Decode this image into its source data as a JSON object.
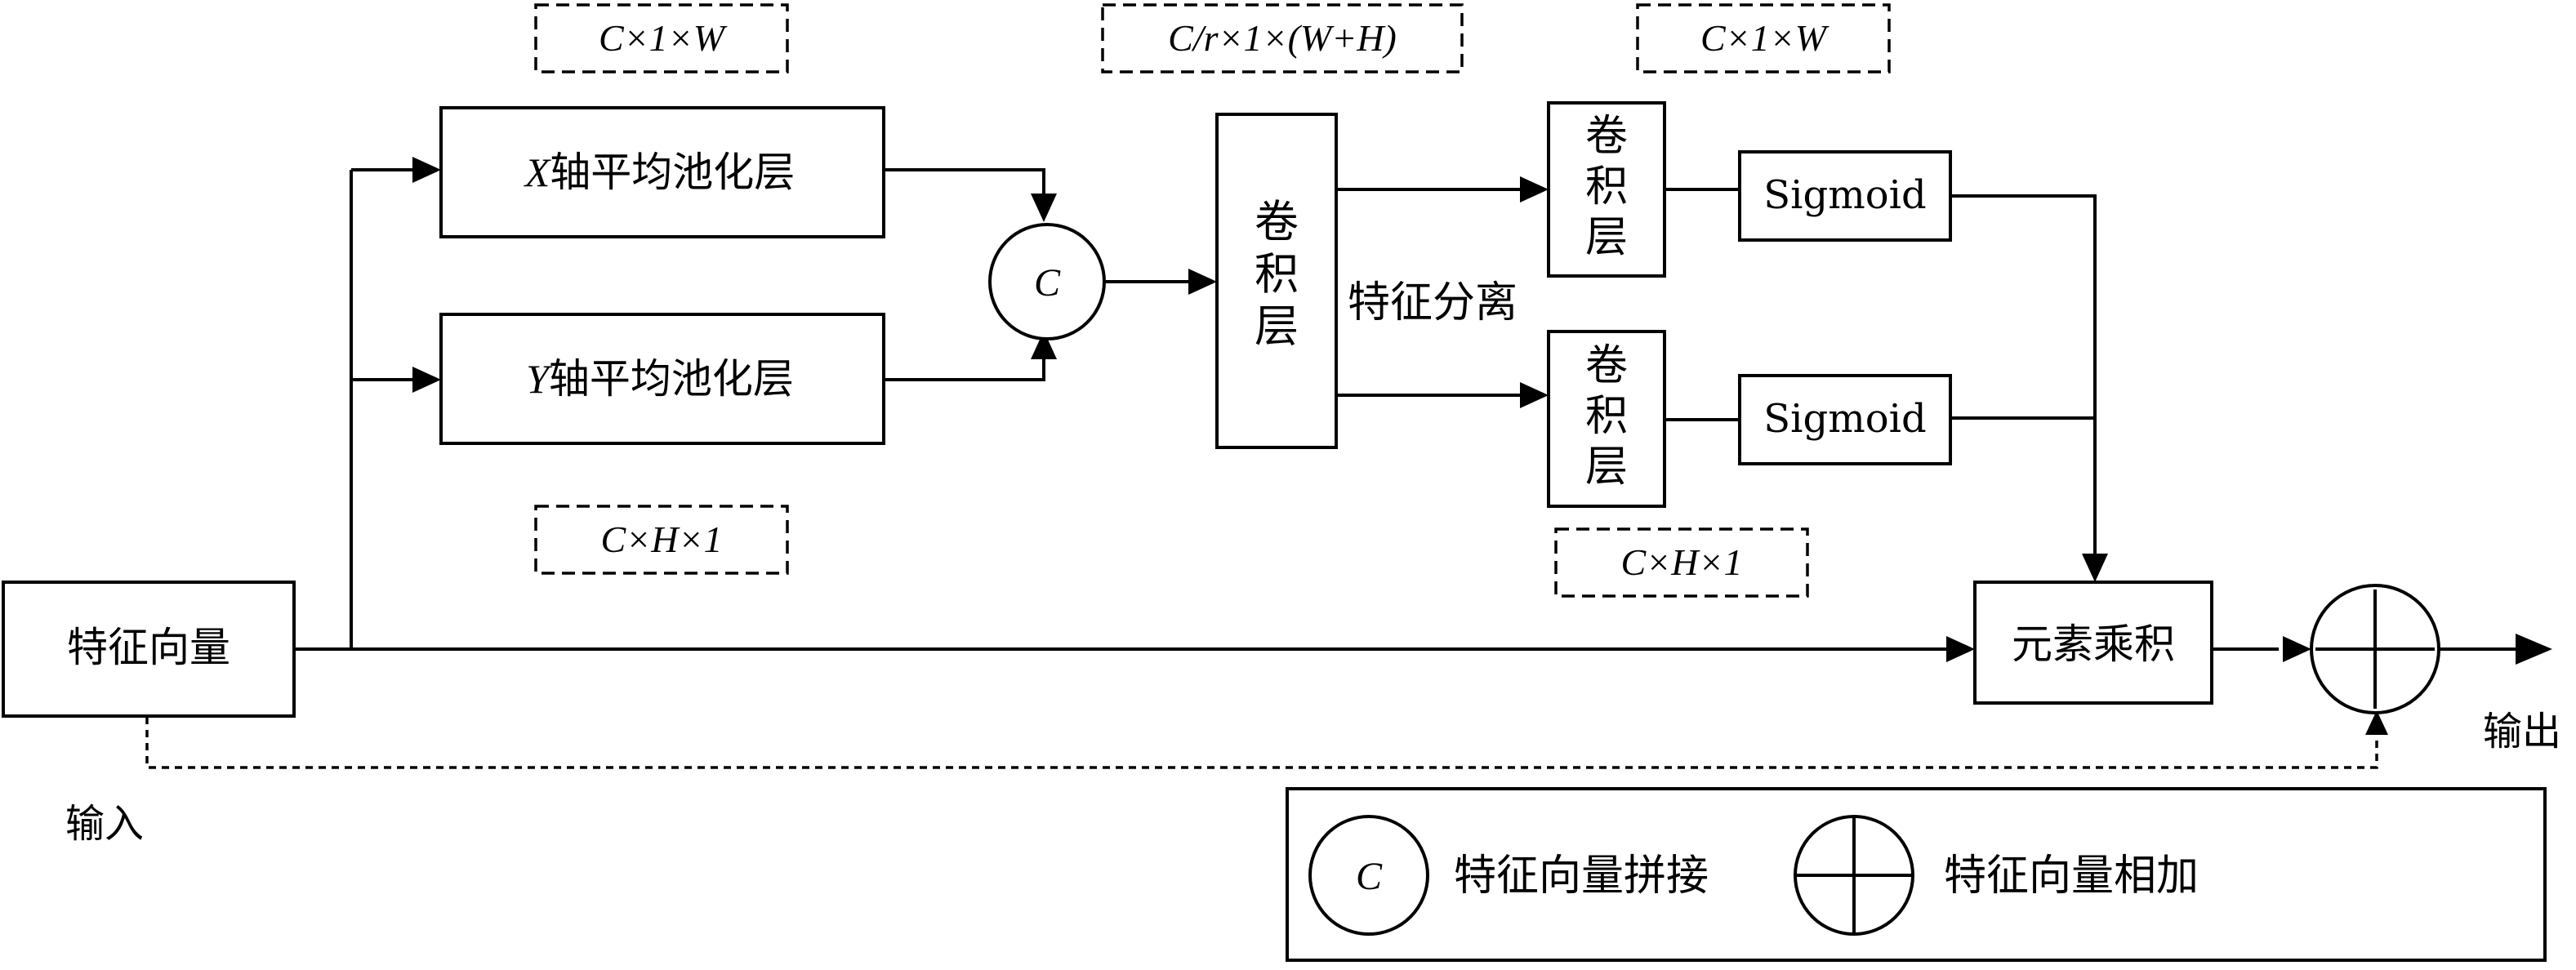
{
  "nodes": {
    "input_vector": "特征向量",
    "input_label": "输入",
    "x_pool": {
      "var": "X",
      "text": "轴平均池化层"
    },
    "y_pool": {
      "var": "Y",
      "text": "轴平均池化层"
    },
    "concat_symbol": "C",
    "conv_main": [
      "卷",
      "积",
      "层"
    ],
    "split_label": "特征分离",
    "conv_top": [
      "卷",
      "积",
      "层"
    ],
    "conv_bottom": [
      "卷",
      "积",
      "层"
    ],
    "sigmoid_top": "Sigmoid",
    "sigmoid_bottom": "Sigmoid",
    "elementwise_product": "元素乘积",
    "output_label": "输出"
  },
  "dims": {
    "x_pool_dim": "C×1×W",
    "y_pool_dim": "C×H×1",
    "conv_dim": "C/r×1×(W+H)",
    "top_dim": "C×1×W",
    "bottom_dim": "C×H×1"
  },
  "legend": {
    "concat_symbol": "C",
    "concat_text": "特征向量拼接",
    "add_text": "特征向量相加"
  }
}
